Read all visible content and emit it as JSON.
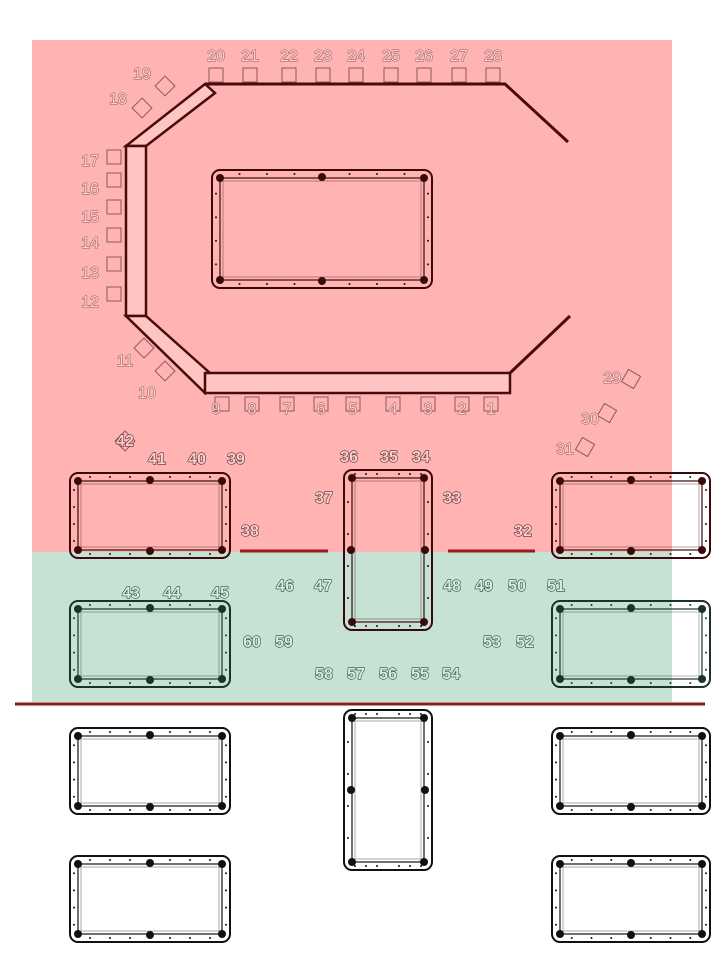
{
  "title": "Billiard hall seating floor plan",
  "zones": [
    {
      "name": "red-zone",
      "color": "#ffb3b3"
    },
    {
      "name": "green-zone",
      "color": "#c6e2d4"
    }
  ],
  "divider_color": "#8b1a1a",
  "seat_labels": [
    "1",
    "2",
    "3",
    "4",
    "5",
    "6",
    "7",
    "8",
    "9",
    "10",
    "11",
    "12",
    "13",
    "14",
    "15",
    "16",
    "17",
    "18",
    "19",
    "20",
    "21",
    "22",
    "23",
    "24",
    "25",
    "26",
    "27",
    "28",
    "29",
    "30",
    "31",
    "32",
    "33",
    "34",
    "35",
    "36",
    "37",
    "38",
    "39",
    "40",
    "41",
    "42",
    "43",
    "44",
    "45",
    "46",
    "47",
    "48",
    "49",
    "50",
    "51",
    "52",
    "53",
    "54",
    "55",
    "56",
    "57",
    "58",
    "59",
    "60"
  ]
}
